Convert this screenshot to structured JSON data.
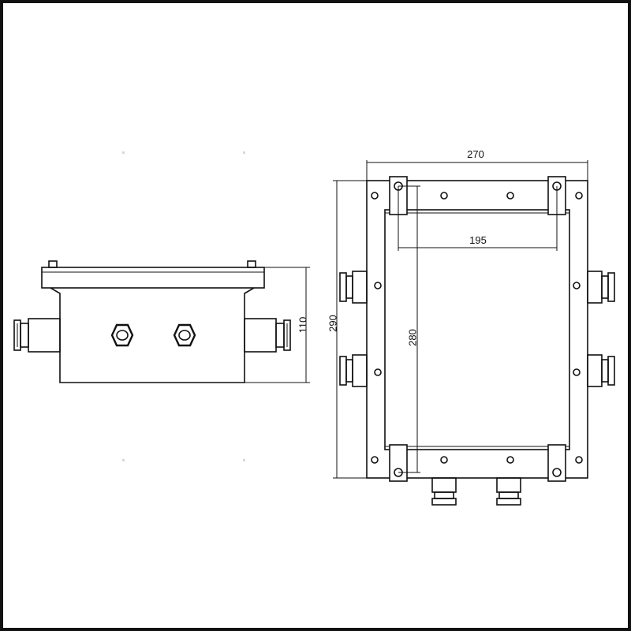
{
  "dimensions": {
    "height_side": "110",
    "width_top": "270",
    "height_total": "290",
    "inner_width": "195",
    "inner_height": "280"
  },
  "colors": {
    "line": "#111111",
    "background": "#ffffff"
  }
}
